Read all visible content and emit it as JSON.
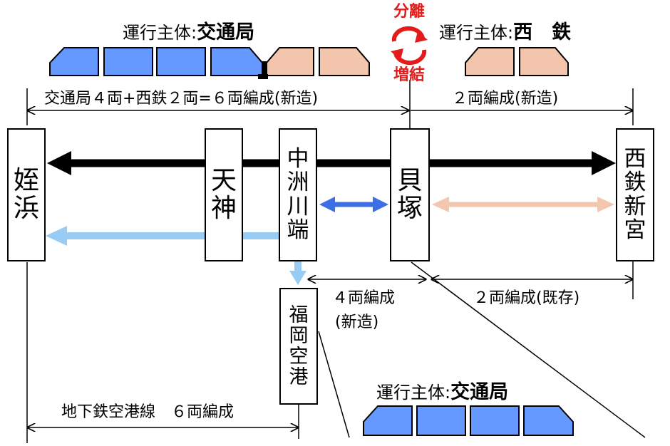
{
  "colors": {
    "kotsukyoku": "#6699ff",
    "nishitetsu": "#f4c5ad",
    "nishitetsu_arrow": "#f3c7ad",
    "interline_arrow": "#3c6ee6",
    "airport_line_arrow": "#99ccf5",
    "split_icon": "#e41b1b"
  },
  "operators": {
    "top_left": {
      "prefix": "運行主体:",
      "name": "交通局"
    },
    "top_right": {
      "prefix": "運行主体:",
      "name": "西　鉄"
    },
    "bottom": {
      "prefix": "運行主体:",
      "name": "交通局"
    }
  },
  "split_join": {
    "split": "分離",
    "join": "増結",
    "icon": "circular-arrows-icon"
  },
  "dimensions": {
    "through_formation": "交通局４両+西鉄２両=６両編成(新造)",
    "nishitetsu_new": "２両編成(新造)",
    "four_car_line1": "４両編成",
    "four_car_line2": "(新造)",
    "nishitetsu_existing": "２両編成(既存)",
    "airport_line": "地下鉄空港線　６両編成"
  },
  "stations": {
    "meinohama": [
      "姪",
      "浜"
    ],
    "tenjin": [
      "天",
      "神"
    ],
    "nakasu_kawabata": [
      "中",
      "洲",
      "川",
      "端"
    ],
    "kaizuka": [
      "貝",
      "塚"
    ],
    "nishitetsu_shingu": [
      "西",
      "鉄",
      "新",
      "宮"
    ],
    "fukuoka_airport": [
      "福",
      "岡",
      "空",
      "港"
    ]
  },
  "trains": {
    "top_left": {
      "kotsukyoku_cars": 4,
      "nishitetsu_cars": 2
    },
    "top_right": {
      "nishitetsu_cars": 2
    },
    "bottom": {
      "kotsukyoku_cars": 4
    }
  }
}
